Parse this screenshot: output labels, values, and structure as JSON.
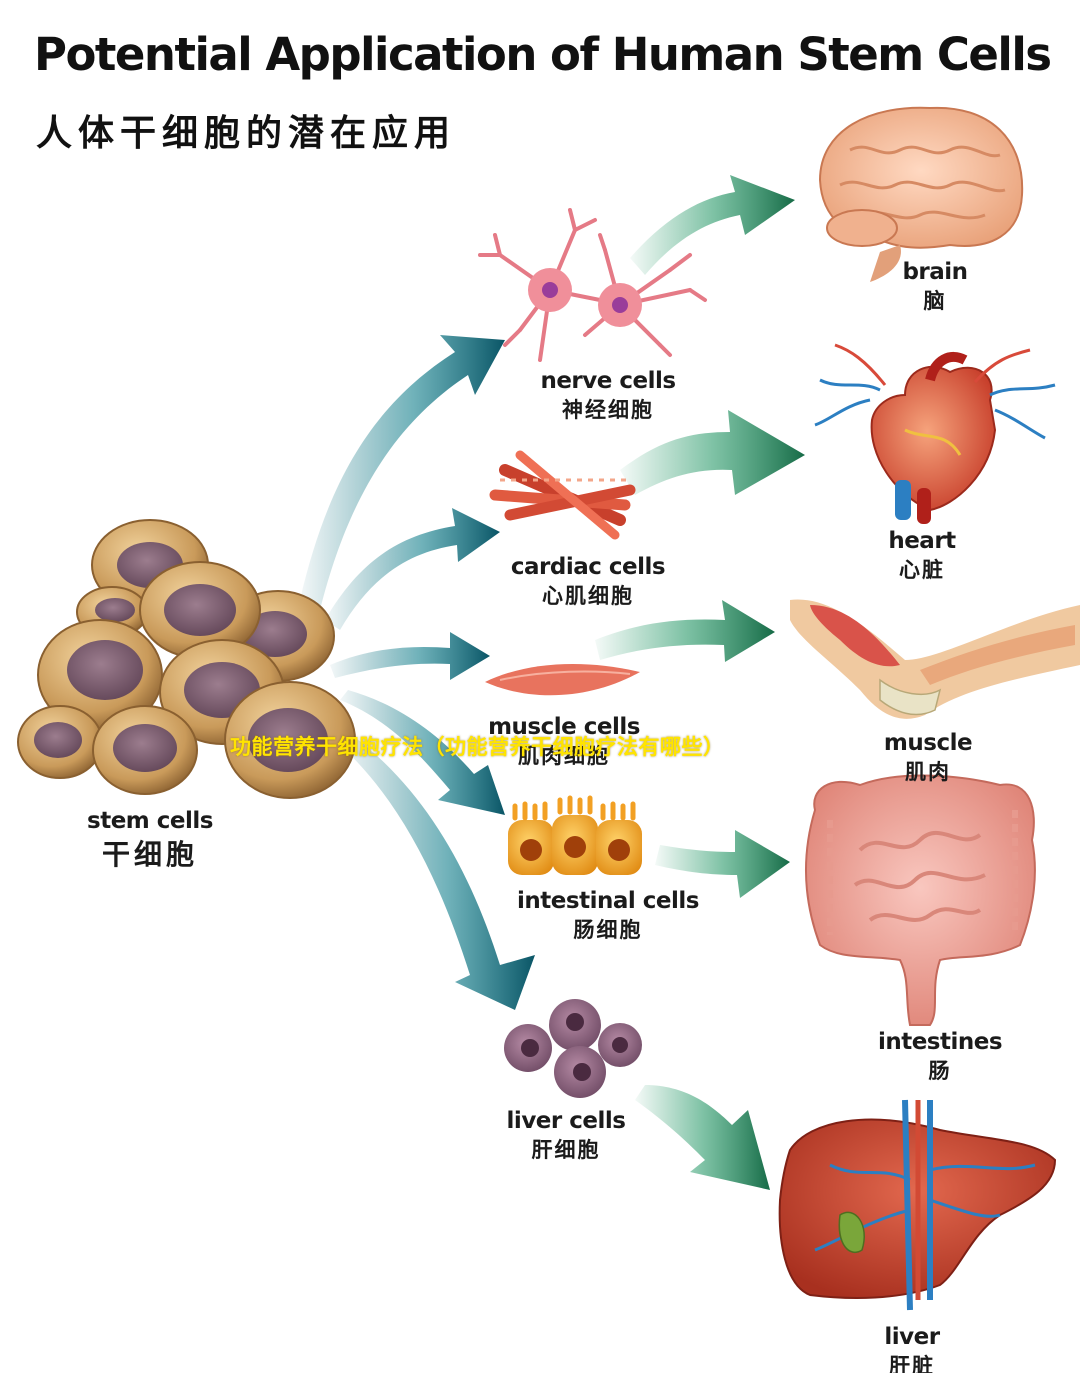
{
  "title": "Potential Application of Human Stem Cells",
  "subtitle": "人体干细胞的潜在应用",
  "overlay_text": "功能营养干细胞疗法（功能营养干细胞疗法有哪些）",
  "source": {
    "en": "stem cells",
    "zh": "干细胞"
  },
  "cells": [
    {
      "en": "nerve cells",
      "zh": "神经细胞"
    },
    {
      "en": "cardiac cells",
      "zh": "心肌细胞"
    },
    {
      "en": "muscle cells",
      "zh": "肌肉细胞"
    },
    {
      "en": "intestinal cells",
      "zh": "肠细胞"
    },
    {
      "en": "liver cells",
      "zh": "肝细胞"
    }
  ],
  "organs": [
    {
      "en": "brain",
      "zh": "脑"
    },
    {
      "en": "heart",
      "zh": "心脏"
    },
    {
      "en": "muscle",
      "zh": "肌肉"
    },
    {
      "en": "intestines",
      "zh": "肠"
    },
    {
      "en": "liver",
      "zh": "肝脏"
    }
  ],
  "colors": {
    "arrow_teal": "#0e6b7a",
    "arrow_green": "#1f8a5a",
    "stem_cell": "#c99a5a",
    "nucleus": "#7b5a6e"
  }
}
